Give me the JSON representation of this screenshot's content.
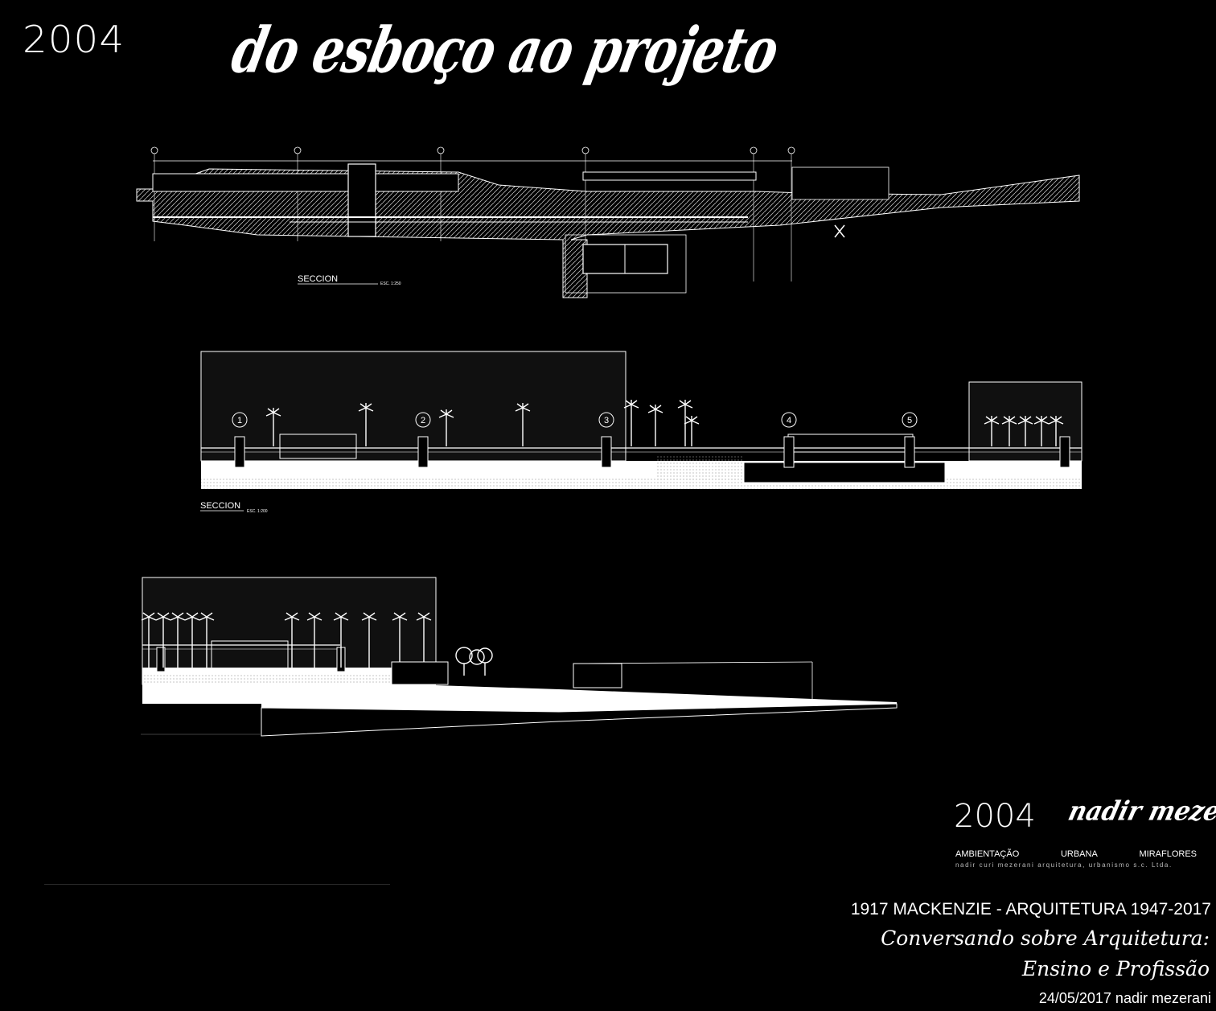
{
  "header": {
    "year": "2004",
    "handwritten_title": "do esboço ao projeto"
  },
  "drawings": {
    "section_1_label": "SECCION",
    "section_1_scale": "ESC. 1:250",
    "section_2_label": "SECCION",
    "section_2_scale": "ESC. 1:200",
    "section_2_axis_markers": [
      "1",
      "2",
      "3",
      "4",
      "5"
    ]
  },
  "logo": {
    "year": "2004",
    "signature": "nadir mezerani"
  },
  "project": {
    "words": [
      "AMBIENTAÇÃO",
      "URBANA",
      "MIRAFLORES"
    ],
    "office": "nadir curi mezerani arquitetura, urbanismo s.c. Ltda."
  },
  "event": {
    "title": "1917 MACKENZIE - ARQUITETURA 1947-2017",
    "subtitle_1": "Conversando sobre Arquitetura:",
    "subtitle_2": "Ensino e Profissão",
    "date_author": "24/05/2017 nadir mezerani"
  }
}
